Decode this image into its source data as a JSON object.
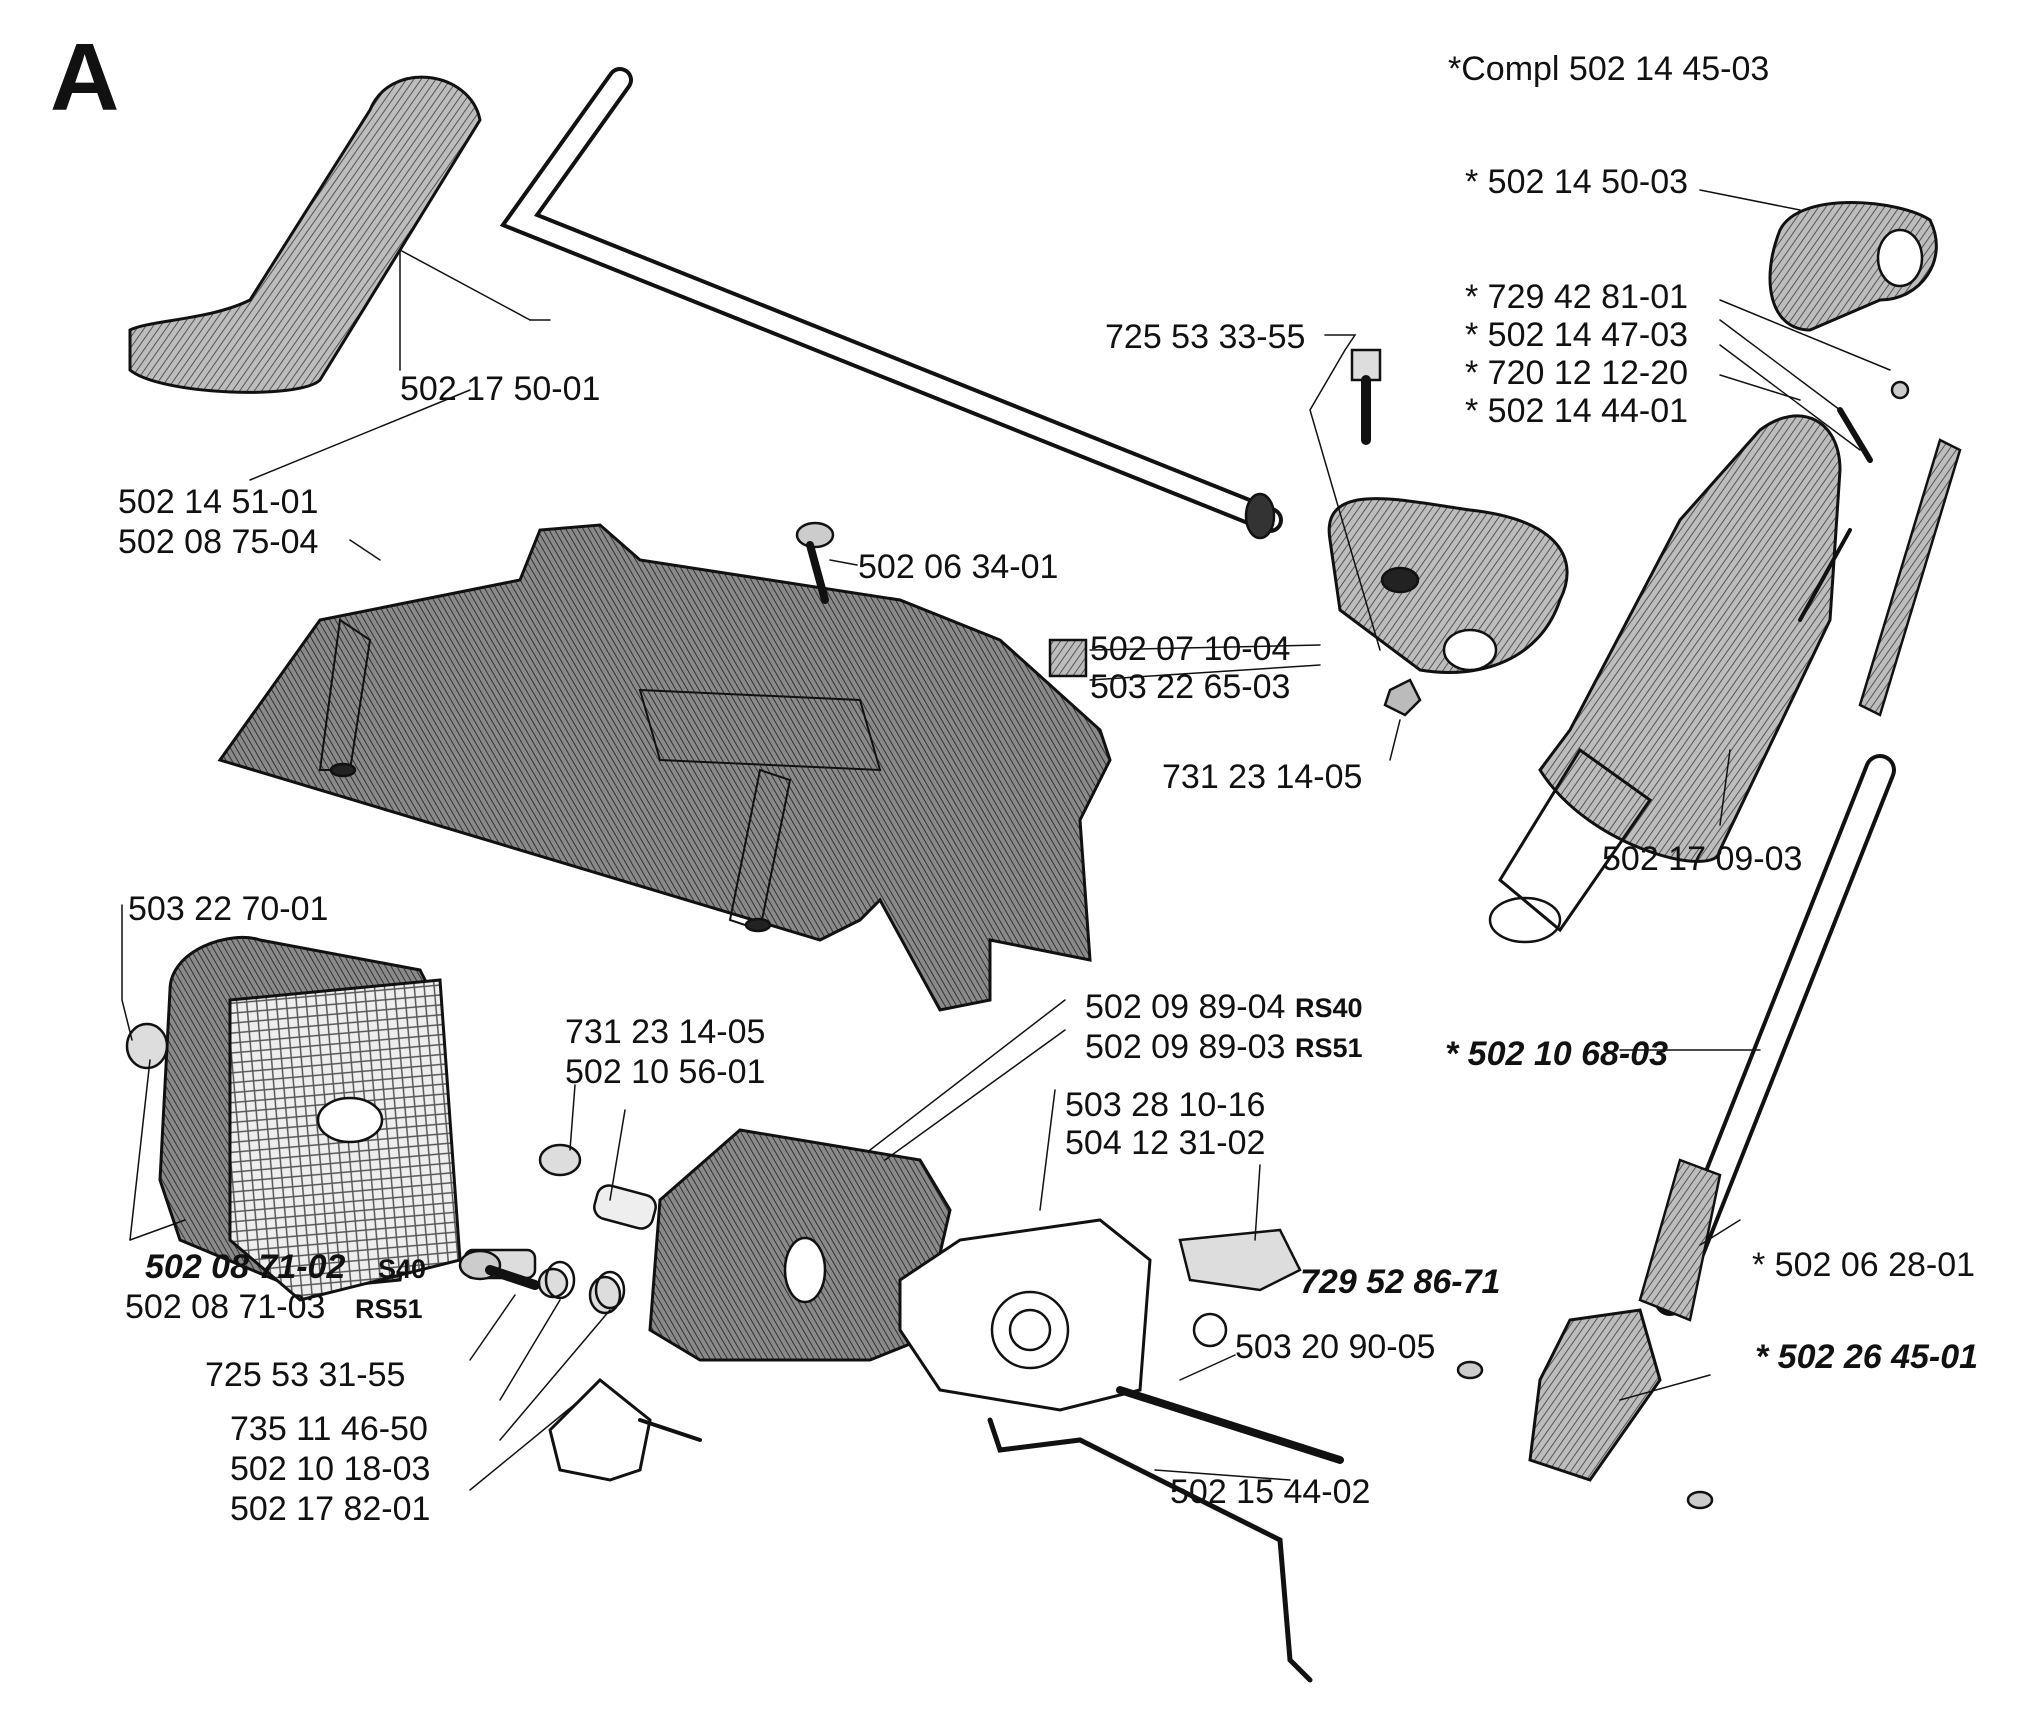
{
  "section_letter": "A",
  "assembly_note": "*Compl 502 14 45-03",
  "labels": {
    "p1": "502 14 51-01",
    "p2": "502 08 75-04",
    "p3": "502 17 50-01",
    "p4": "502 06 34-01",
    "p5": "725 53 33-55",
    "p6": "502 07 10-04",
    "p7": "503 22 65-03",
    "p8": "731 23 14-05",
    "p9": "* 502 14 50-03",
    "p10": "* 729 42 81-01",
    "p11": "* 502 14 47-03",
    "p12": "* 720 12 12-20",
    "p13": "* 502 14 44-01",
    "p14": "502 17 09-03",
    "p15": "503 22 70-01",
    "p16": "502 08 71-02",
    "p16_tag": "S40",
    "p17": "502 08 71-03",
    "p17_tag": "RS51",
    "p18": "731 23 14-05",
    "p19": "502 10 56-01",
    "p20": "502 09 89-04",
    "p20_tag": "RS40",
    "p21": "502 09 89-03",
    "p21_tag": "RS51",
    "p22": "503 28 10-16",
    "p23": "504 12 31-02",
    "p24": "729 52 86-71",
    "p25": "503 20 90-05",
    "p26": "725 53 31-55",
    "p27": "735 11 46-50",
    "p28": "502 10 18-03",
    "p29": "502 17 82-01",
    "p30": "502 15 44-02",
    "p31": "* 502 10 68-03",
    "p32": "* 502 06 28-01",
    "p33": "* 502 26 45-01"
  }
}
